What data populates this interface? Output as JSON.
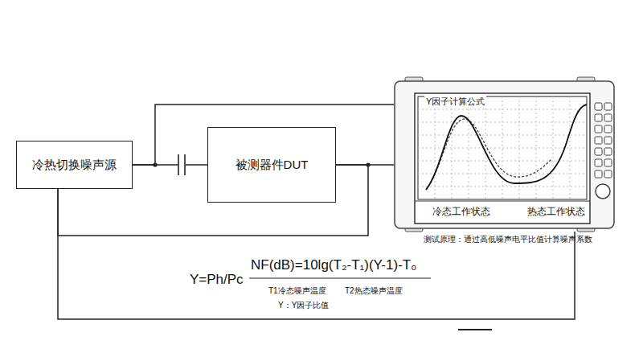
{
  "diagram": {
    "nodes": [
      {
        "text": [
          "冷热切换噪声源"
        ]
      },
      {
        "text": [
          "被测器件DUT"
        ]
      },
      {
        "text": [
          "Y因子计算公式",
          "冷态工作状态",
          "热态工作状态"
        ]
      }
    ],
    "edges": [
      {
        "from": 0,
        "to": 1,
        "arrow": "none"
      },
      {
        "from": 0,
        "to": 2,
        "arrow": "none"
      },
      {
        "from": 1,
        "to": 2,
        "arrow": "none"
      },
      {
        "from": 1,
        "to": 0,
        "arrow": "none"
      },
      {
        "from": 0,
        "to": 2,
        "arrow": "none"
      }
    ],
    "labels": [
      "Y=Ph/Pc",
      "NF(dB)=10lg(T₂-T₁)(Y-1)-T₀",
      "T1冷态噪声温度",
      "T2热态噪声温度",
      "Y：Y因子比值",
      "测试原理：通过高低噪声电平比值计算噪声系数"
    ]
  }
}
